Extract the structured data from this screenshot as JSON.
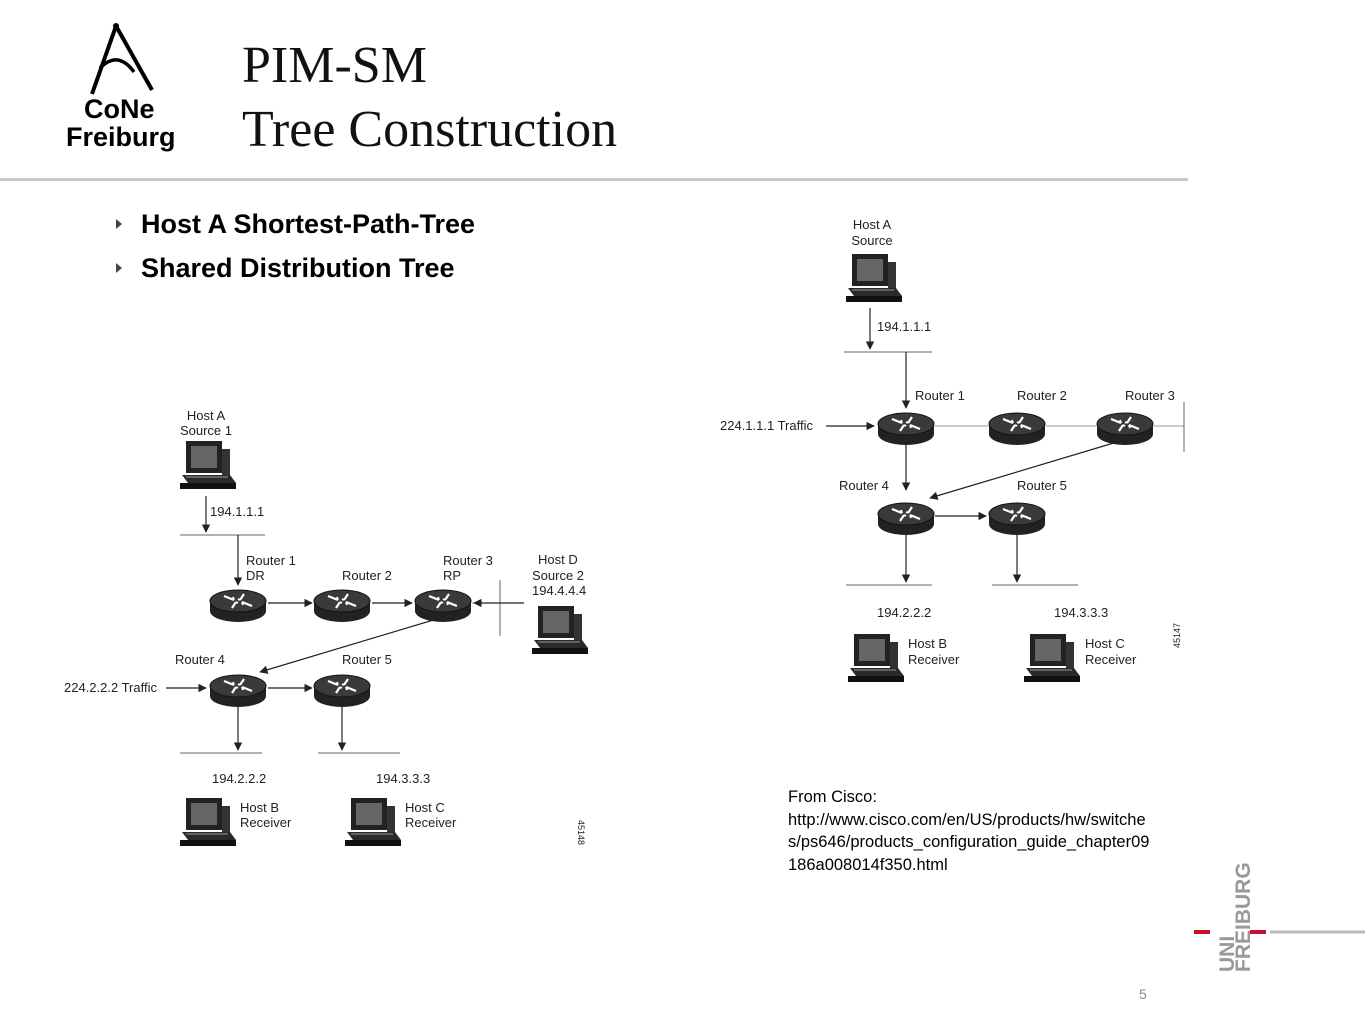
{
  "logo": {
    "line1": "CoNe",
    "line2": "Freiburg"
  },
  "title": {
    "line1": "PIM-SM",
    "line2": "Tree Construction"
  },
  "bullets": [
    "Host A Shortest-Path-Tree",
    "Shared Distribution Tree"
  ],
  "diagram_shared": {
    "host_a": [
      "Host A",
      "Source 1"
    ],
    "host_a_ip": "194.1.1.1",
    "router1": [
      "Router 1",
      "DR"
    ],
    "router2": "Router 2",
    "router3": [
      "Router 3",
      "RP"
    ],
    "host_d": [
      "Host D",
      "Source 2",
      "194.4.4.4"
    ],
    "router4": "Router 4",
    "router5": "Router 5",
    "traffic": "224.2.2.2 Traffic",
    "host_b_ip": "194.2.2.2",
    "host_c_ip": "194.3.3.3",
    "host_b": [
      "Host B",
      "Receiver"
    ],
    "host_c": [
      "Host C",
      "Receiver"
    ],
    "figure_id": "45148"
  },
  "diagram_spt": {
    "host_a": [
      "Host A",
      "Source"
    ],
    "host_a_ip": "194.1.1.1",
    "router1": "Router 1",
    "router2": "Router 2",
    "router3": "Router 3",
    "traffic": "224.1.1.1 Traffic",
    "router4": "Router 4",
    "router5": "Router 5",
    "host_b_ip": "194.2.2.2",
    "host_c_ip": "194.3.3.3",
    "host_b": [
      "Host B",
      "Receiver"
    ],
    "host_c": [
      "Host C",
      "Receiver"
    ],
    "figure_id": "45147"
  },
  "source_note": [
    "From Cisco:",
    "http://www.cisco.com/en/US/products/hw/switche",
    "s/ps646/products_configuration_guide_chapter09",
    "186a008014f350.html"
  ],
  "page_number": "5",
  "university_logo": {
    "line1": "UNI",
    "line2": "FREIBURG",
    "accent_color": "#c8102e"
  }
}
